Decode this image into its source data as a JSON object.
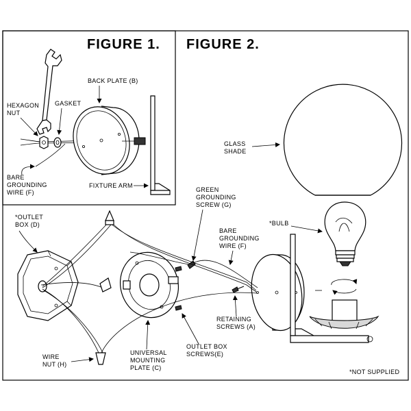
{
  "figure1": {
    "title": "FIGURE 1.",
    "labels": {
      "back_plate": "BACK PLATE (B)",
      "hexagon_nut_1": "HEXAGON",
      "hexagon_nut_2": "NUT",
      "gasket": "GASKET",
      "bare_grounding_1": "BARE",
      "bare_grounding_2": "GROUNDING",
      "bare_grounding_3": "WIRE (F)",
      "fixture_arm": "FIXTURE ARM"
    }
  },
  "figure2": {
    "title": "FIGURE 2.",
    "labels": {
      "glass_shade_1": "GLASS",
      "glass_shade_2": "SHADE",
      "green_screw_1": "GREEN",
      "green_screw_2": "GROUNDING",
      "green_screw_3": "SCREW (G)",
      "outlet_box_1": "*OUTLET",
      "outlet_box_2": "BOX (D)",
      "bare_wire_1": "BARE",
      "bare_wire_2": "GROUNDING",
      "bare_wire_3": "WIRE (F)",
      "bulb": "*BULB",
      "retaining_1": "RETAINING",
      "retaining_2": "SCREWS (A)",
      "outlet_screws_1": "OUTLET BOX",
      "outlet_screws_2": "SCREWS(E)",
      "mounting_1": "UNIVERSAL",
      "mounting_2": "MOUNTING",
      "mounting_3": "PLATE (C)",
      "wire_nut_1": "WIRE",
      "wire_nut_2": "NUT (H)",
      "not_supplied": "*NOT SUPPLIED"
    }
  }
}
